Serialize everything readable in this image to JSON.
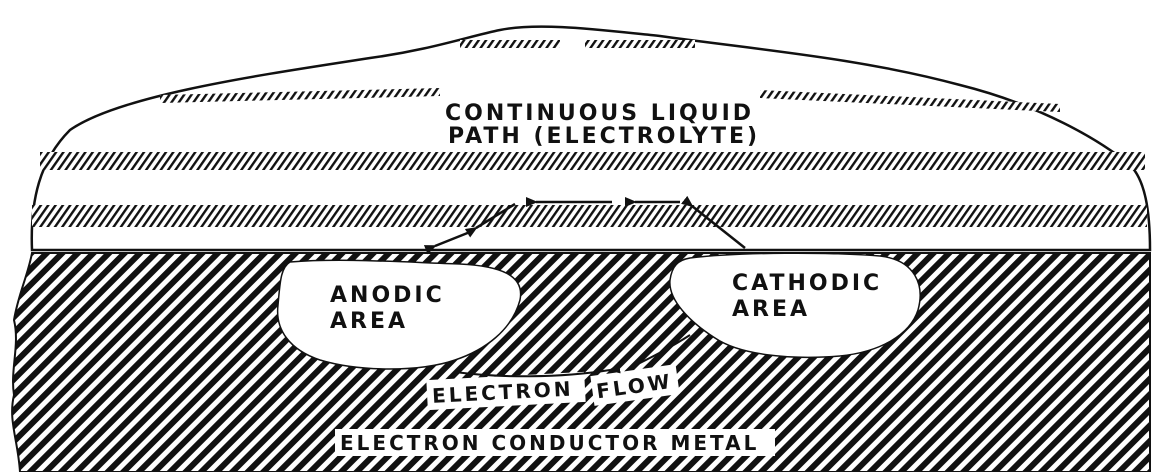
{
  "electrolyte": {
    "line1": "CONTINUOUS LIQUID",
    "line2": "PATH (ELECTROLYTE)"
  },
  "anodic": {
    "line1": "ANODIC",
    "line2": "AREA"
  },
  "cathodic": {
    "line1": "CATHODIC",
    "line2": "AREA"
  },
  "electron_flow": {
    "word1": "ELECTRON",
    "word2": "FLOW"
  },
  "metal": {
    "label": "ELECTRON CONDUCTOR METAL"
  },
  "colors": {
    "ink": "#111111",
    "paper": "#ffffff"
  }
}
